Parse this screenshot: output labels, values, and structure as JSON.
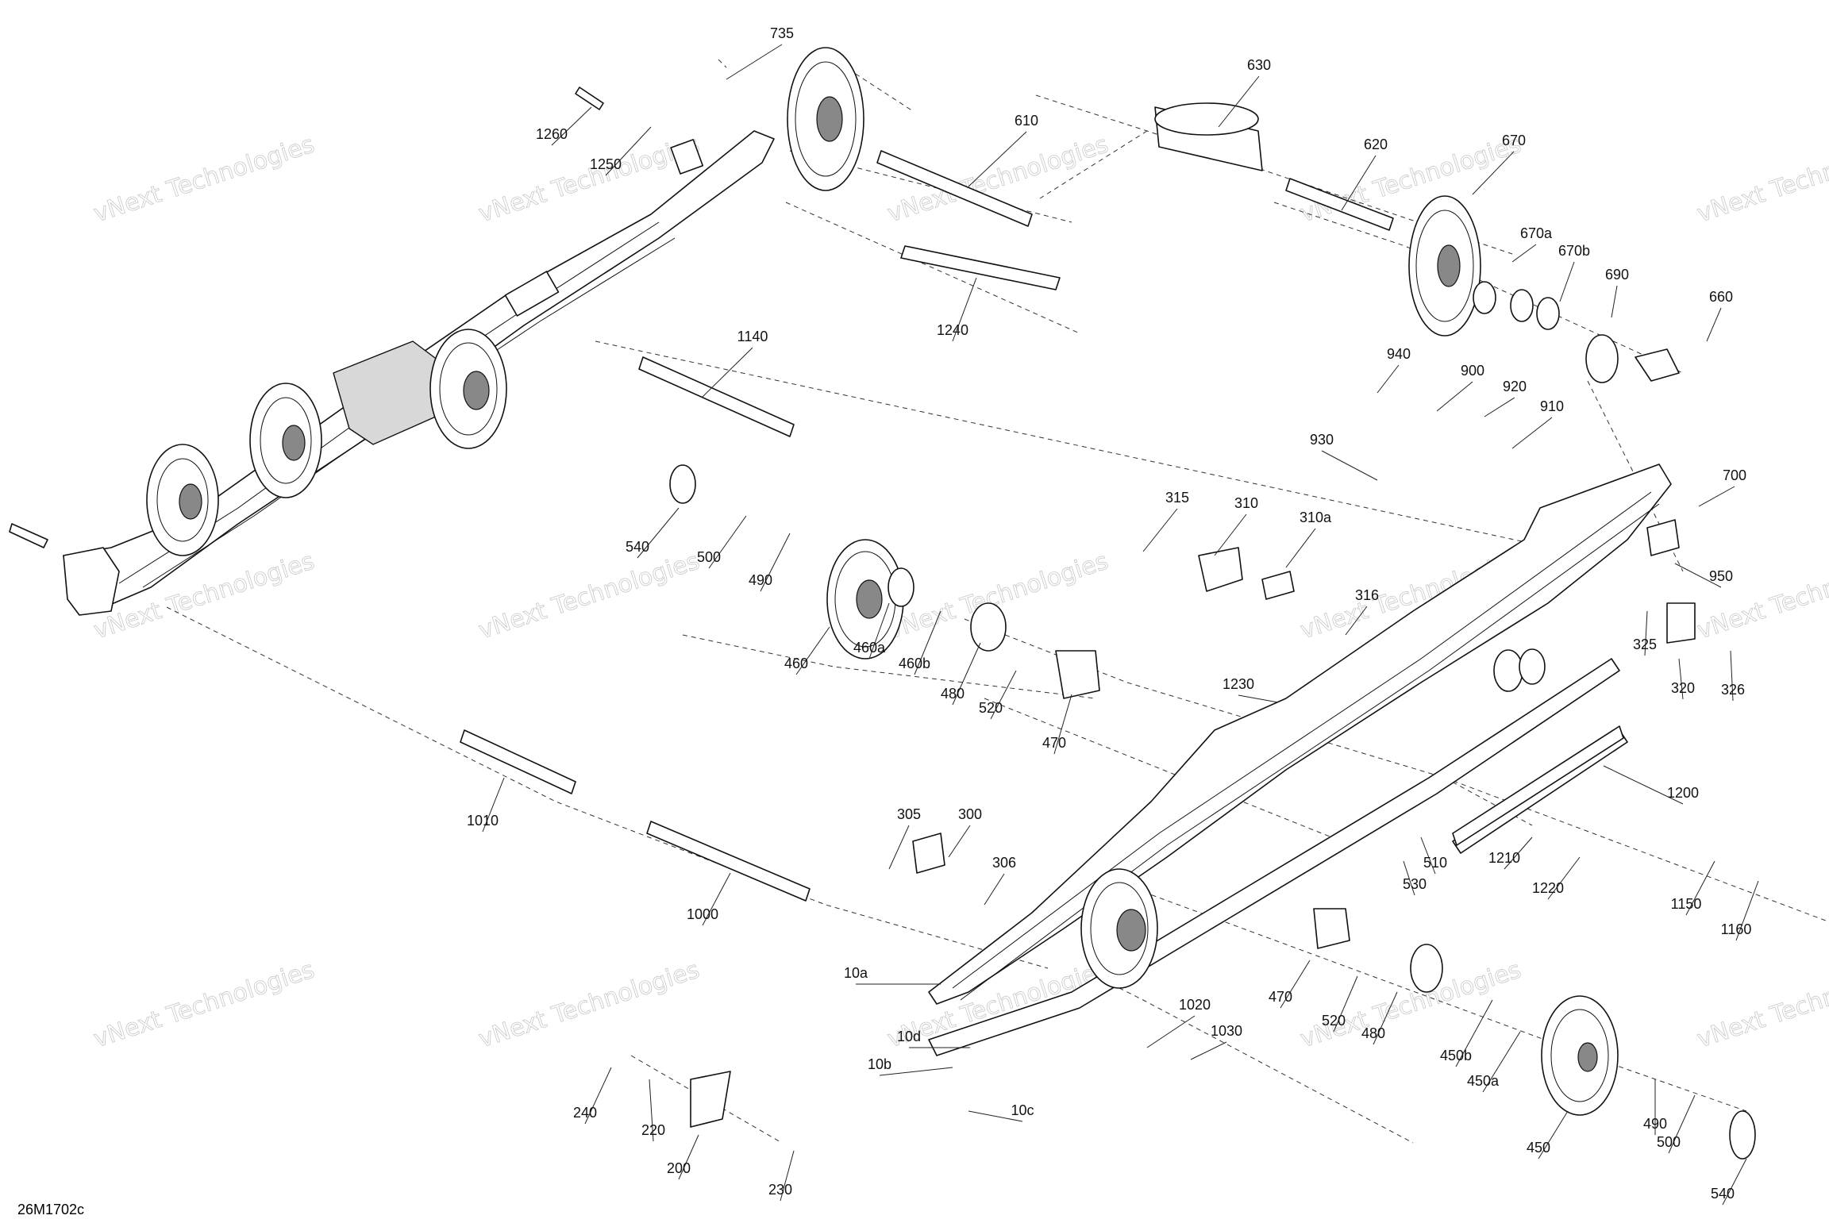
{
  "diagram": {
    "code": "26M1702c",
    "watermark": "vNext Technologies",
    "parts": [
      "735",
      "1260",
      "1250",
      "610",
      "630",
      "620",
      "670",
      "670a",
      "670b",
      "690",
      "660",
      "1240",
      "1140",
      "940",
      "900",
      "920",
      "910",
      "930",
      "700",
      "950",
      "540",
      "500",
      "490",
      "460",
      "460a",
      "460b",
      "480",
      "520",
      "470",
      "315",
      "310",
      "310a",
      "316",
      "325",
      "320",
      "326",
      "1230",
      "1200",
      "510",
      "530",
      "1210",
      "1220",
      "1150",
      "1160",
      "1010",
      "1000",
      "305",
      "300",
      "306",
      "10a",
      "10d",
      "10b",
      "10c",
      "1020",
      "1030",
      "240",
      "220",
      "200",
      "230"
    ]
  }
}
